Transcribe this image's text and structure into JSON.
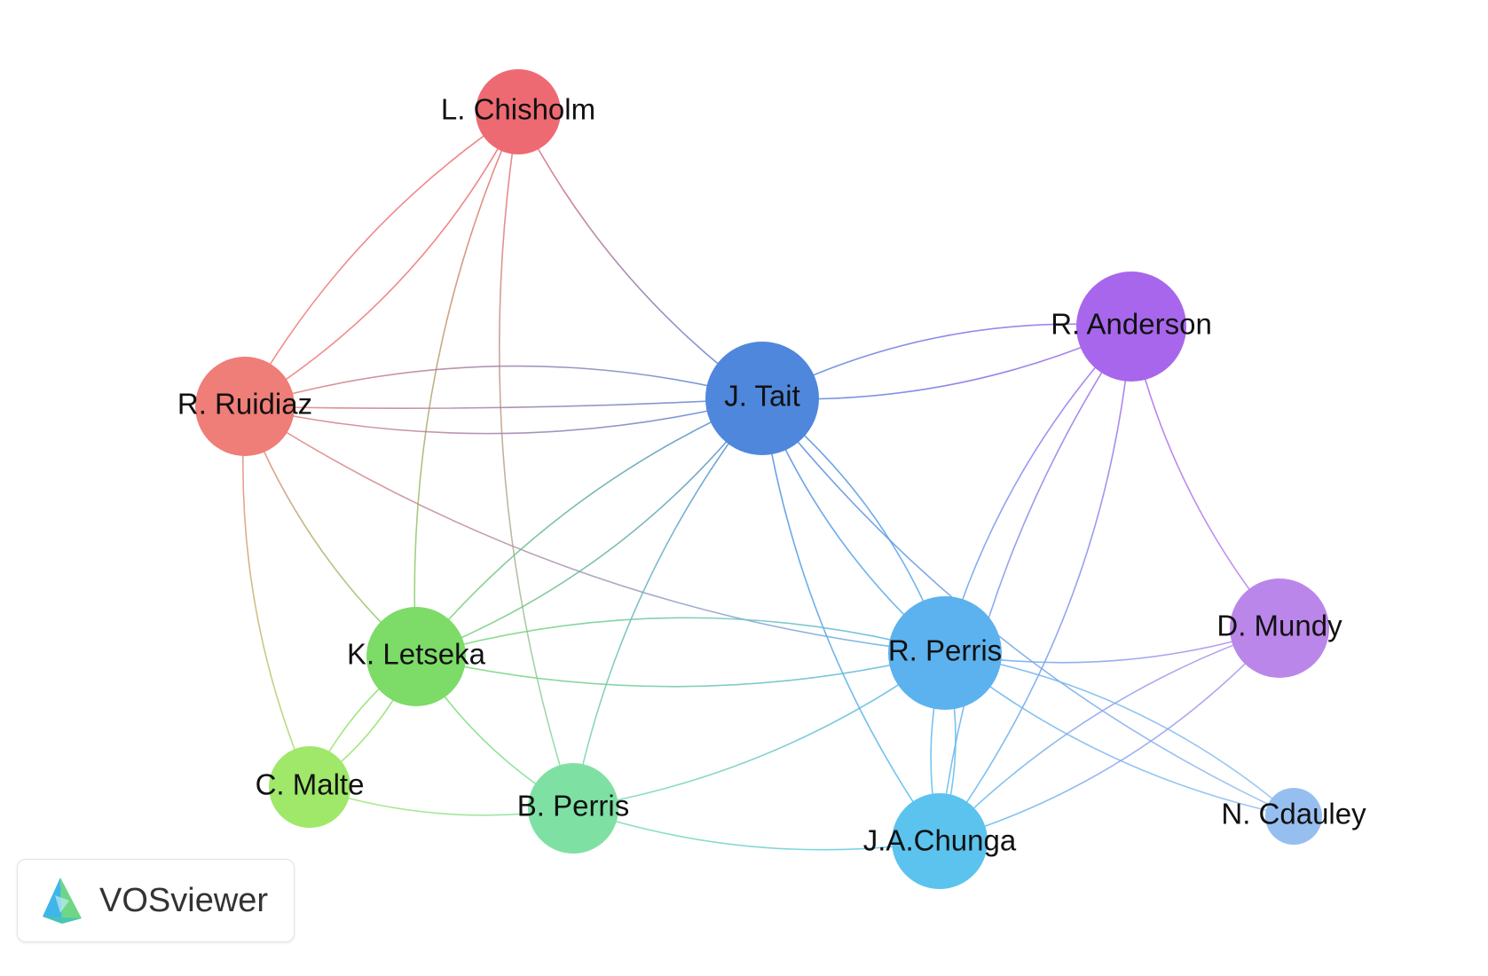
{
  "logo": {
    "text": "VOSviewer"
  },
  "network": {
    "nodes": [
      {
        "id": "chisholm",
        "label": "L. Chisholm",
        "color": "#ee6a72"
      },
      {
        "id": "ruidiaz",
        "label": "R. Ruidiaz",
        "color": "#ef7d78"
      },
      {
        "id": "tait",
        "label": "J. Tait",
        "color": "#4e87dc"
      },
      {
        "id": "anderson",
        "label": "R. Anderson",
        "color": "#a866ec"
      },
      {
        "id": "letseka",
        "label": "K. Letseka",
        "color": "#7ddb68"
      },
      {
        "id": "rperris",
        "label": "R. Perris",
        "color": "#5cb2ee"
      },
      {
        "id": "mundy",
        "label": "D. Mundy",
        "color": "#bb86ea"
      },
      {
        "id": "malte",
        "label": "C. Malte",
        "color": "#9fe86a"
      },
      {
        "id": "bperris",
        "label": "B. Perris",
        "color": "#7fe0a4"
      },
      {
        "id": "chunga",
        "label": "J.A.Chunga",
        "color": "#5bc3ee"
      },
      {
        "id": "cdauley",
        "label": "N. Cdauley",
        "color": "#96bff0"
      }
    ],
    "edges": [
      [
        "chisholm",
        "ruidiaz"
      ],
      [
        "chisholm",
        "ruidiaz"
      ],
      [
        "chisholm",
        "tait"
      ],
      [
        "chisholm",
        "letseka"
      ],
      [
        "chisholm",
        "bperris"
      ],
      [
        "ruidiaz",
        "tait"
      ],
      [
        "ruidiaz",
        "tait"
      ],
      [
        "ruidiaz",
        "tait"
      ],
      [
        "ruidiaz",
        "letseka"
      ],
      [
        "ruidiaz",
        "malte"
      ],
      [
        "ruidiaz",
        "rperris"
      ],
      [
        "tait",
        "anderson"
      ],
      [
        "tait",
        "anderson"
      ],
      [
        "tait",
        "letseka"
      ],
      [
        "tait",
        "letseka"
      ],
      [
        "tait",
        "bperris"
      ],
      [
        "tait",
        "rperris"
      ],
      [
        "tait",
        "rperris"
      ],
      [
        "tait",
        "chunga"
      ],
      [
        "tait",
        "cdauley"
      ],
      [
        "anderson",
        "rperris"
      ],
      [
        "anderson",
        "chunga"
      ],
      [
        "anderson",
        "chunga"
      ],
      [
        "anderson",
        "mundy"
      ],
      [
        "letseka",
        "rperris"
      ],
      [
        "letseka",
        "rperris"
      ],
      [
        "letseka",
        "malte"
      ],
      [
        "letseka",
        "malte"
      ],
      [
        "letseka",
        "bperris"
      ],
      [
        "malte",
        "bperris"
      ],
      [
        "bperris",
        "chunga"
      ],
      [
        "bperris",
        "rperris"
      ],
      [
        "rperris",
        "mundy"
      ],
      [
        "rperris",
        "chunga"
      ],
      [
        "rperris",
        "chunga"
      ],
      [
        "rperris",
        "cdauley"
      ],
      [
        "rperris",
        "cdauley"
      ],
      [
        "mundy",
        "chunga"
      ],
      [
        "mundy",
        "chunga"
      ]
    ]
  }
}
